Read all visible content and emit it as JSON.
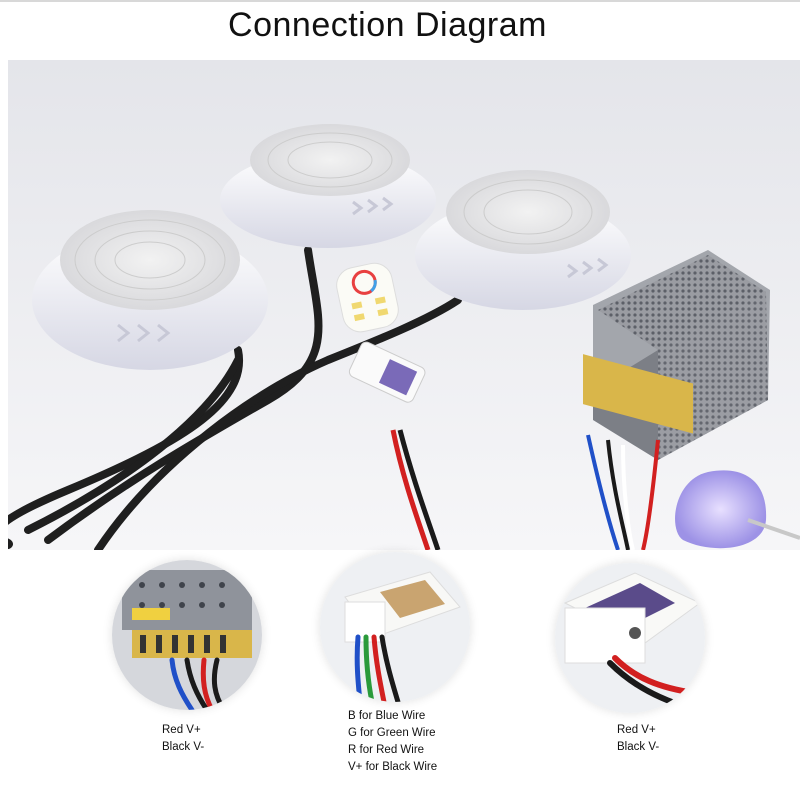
{
  "title": "Connection Diagram",
  "details": [
    {
      "name": "power-supply-closeup",
      "caption": [
        "Red V+",
        "Black V-"
      ]
    },
    {
      "name": "controller-rgb-wires-closeup",
      "caption": [
        "B for Blue Wire",
        "G for Green Wire",
        "R for Red Wire",
        "V+ for Black Wire"
      ]
    },
    {
      "name": "controller-power-input-closeup",
      "caption": [
        "Red V+",
        "Black V-"
      ]
    }
  ],
  "colors": {
    "wire_red": "#d22020",
    "wire_black": "#1a1a1a",
    "wire_blue": "#2050c8",
    "wire_green": "#2a9a3a",
    "lamp_white": "#f4f4f8",
    "psu_gray": "#8c8f96",
    "terminal_yellow": "#d9b64a"
  }
}
